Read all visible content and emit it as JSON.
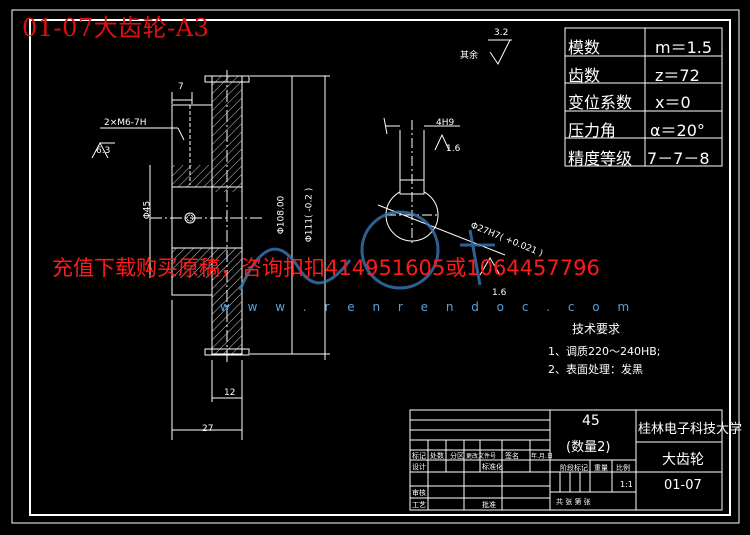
{
  "document": {
    "title": "01-07大齿轮-A3",
    "promo": "充值下载购买原稿，咨询扣扣414951605或1064457796",
    "watermark_url": "w w w . r e n r e n d o c . c o m"
  },
  "parameters": [
    {
      "name": "模数",
      "value": "m＝1.5"
    },
    {
      "name": "齿数",
      "value": "z＝72"
    },
    {
      "name": "变位系数",
      "value": "x＝0"
    },
    {
      "name": "压力角",
      "value": "α＝20°"
    },
    {
      "name": "精度等级",
      "value": "7－7－8"
    }
  ],
  "annotations": {
    "rest_roughness_label": "其余",
    "rest_roughness_value": "3.2",
    "dim_7": "7",
    "thread": "2×M6-7H",
    "roughness_63": "6.3",
    "dim_45": "Φ45",
    "dim_108": "Φ108.00",
    "dim_111": "Φ111(  -0.2 )",
    "dim_12": "12",
    "dim_27": "27",
    "keyway": "4H9",
    "roughness_16a": "1.6",
    "roughness_16b": "1.6",
    "bore_dim": "Φ27H7( +0.021 )"
  },
  "tech_requirements": {
    "title": "技术要求",
    "items": [
      "1、调质220～240HB;",
      "2、表面处理：发黑"
    ]
  },
  "title_block": {
    "material": "45",
    "quantity": "(数量2)",
    "school": "桂林电子科技大学",
    "part_name": "大齿轮",
    "drawing_no": "01-07",
    "scale": "1:1",
    "headers": [
      "标记",
      "处数",
      "分区",
      "更改文件号",
      "签名",
      "年.月.日"
    ],
    "design": "设计",
    "standardize": "标准化",
    "stage_mark": "阶段标记",
    "weight": "重量",
    "ratio": "比例",
    "review": "审核",
    "process": "工艺",
    "approve": "批准",
    "sheets": "共    张   第    张"
  }
}
